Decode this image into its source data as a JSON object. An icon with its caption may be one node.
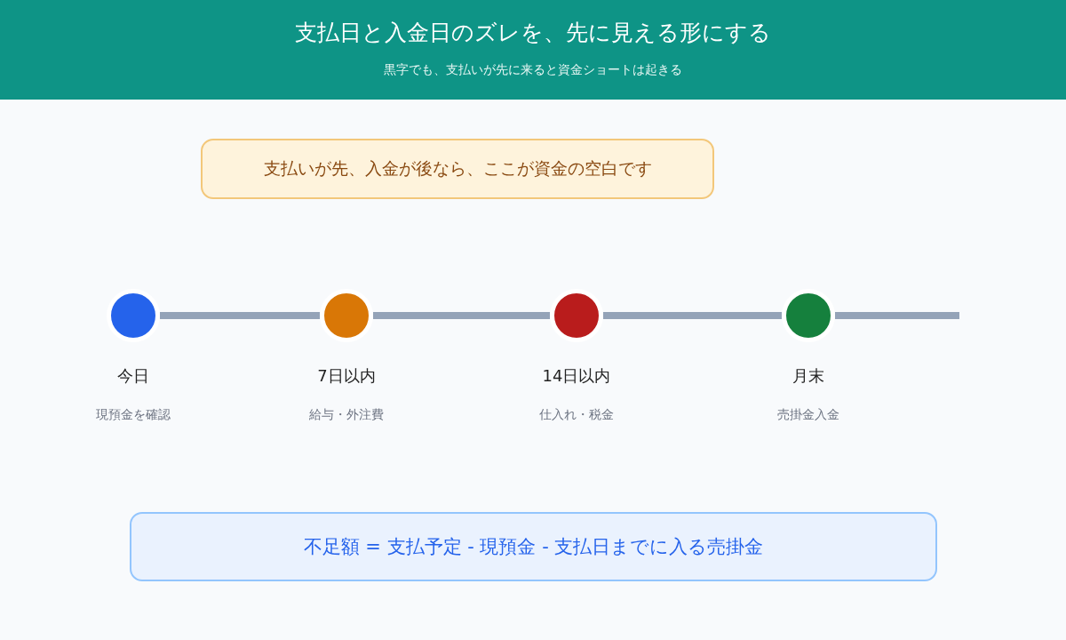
{
  "diagram": {
    "title": "支払日と入金日のズレを、先に見える形にする",
    "nodes": [
      {
        "text": [
          "支払いが先、入金が後なら、ここが資金の空白です"
        ]
      },
      {
        "text": [],
        "shape": "circle",
        "beside": [
          "今日",
          "現預金を確認"
        ]
      },
      {
        "text": [],
        "shape": "circle",
        "beside": [
          "7日以内",
          "給与・外注費"
        ]
      },
      {
        "text": [],
        "shape": "circle",
        "beside": [
          "14日以内",
          "仕入れ・税金"
        ]
      },
      {
        "text": [],
        "shape": "circle",
        "beside": [
          "月末",
          "売掛金入金"
        ]
      },
      {
        "text": [
          "不足額 = 支払予定 - 現預金 - 支払日までに入る売掛金"
        ]
      }
    ],
    "edges": [
      {
        "from": 1,
        "to": 2,
        "arrow": "none"
      },
      {
        "from": 2,
        "to": 3,
        "arrow": "none"
      },
      {
        "from": 3,
        "to": 4,
        "arrow": "none"
      },
      {
        "from": 4,
        "to": null,
        "arrow": "none"
      }
    ],
    "labels": [
      "黒字でも、支払いが先に来ると資金ショートは起きる"
    ]
  }
}
